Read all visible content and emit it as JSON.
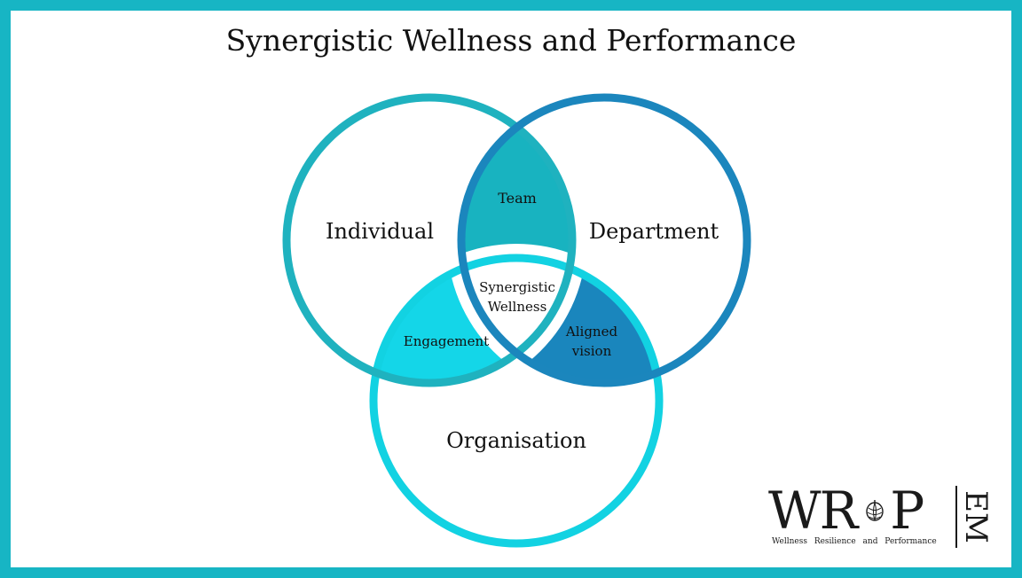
{
  "title": "Synergistic Wellness and Performance",
  "colors": {
    "frame": "#17b5c4",
    "individual": "#1fb2bf",
    "department": "#1b86bd",
    "organisation": "#12d2e2",
    "team_fill": "#18b3c0",
    "engagement_fill": "#14d6e8",
    "aligned_fill": "#1a86bd"
  },
  "diagram": {
    "circles": {
      "individual": "Individual",
      "department": "Department",
      "organisation": "Organisation"
    },
    "overlaps": {
      "team": "Team",
      "engagement": "Engagement",
      "aligned_line1": "Aligned",
      "aligned_line2": "vision",
      "center_line1": "Synergistic",
      "center_line2": "Wellness"
    }
  },
  "logo": {
    "letter_w": "W",
    "letter_r": "R",
    "letter_p": "P",
    "letters_em": "EM",
    "icon": "pinecone-icon",
    "tagline": "Wellness Resilience and Performance"
  }
}
